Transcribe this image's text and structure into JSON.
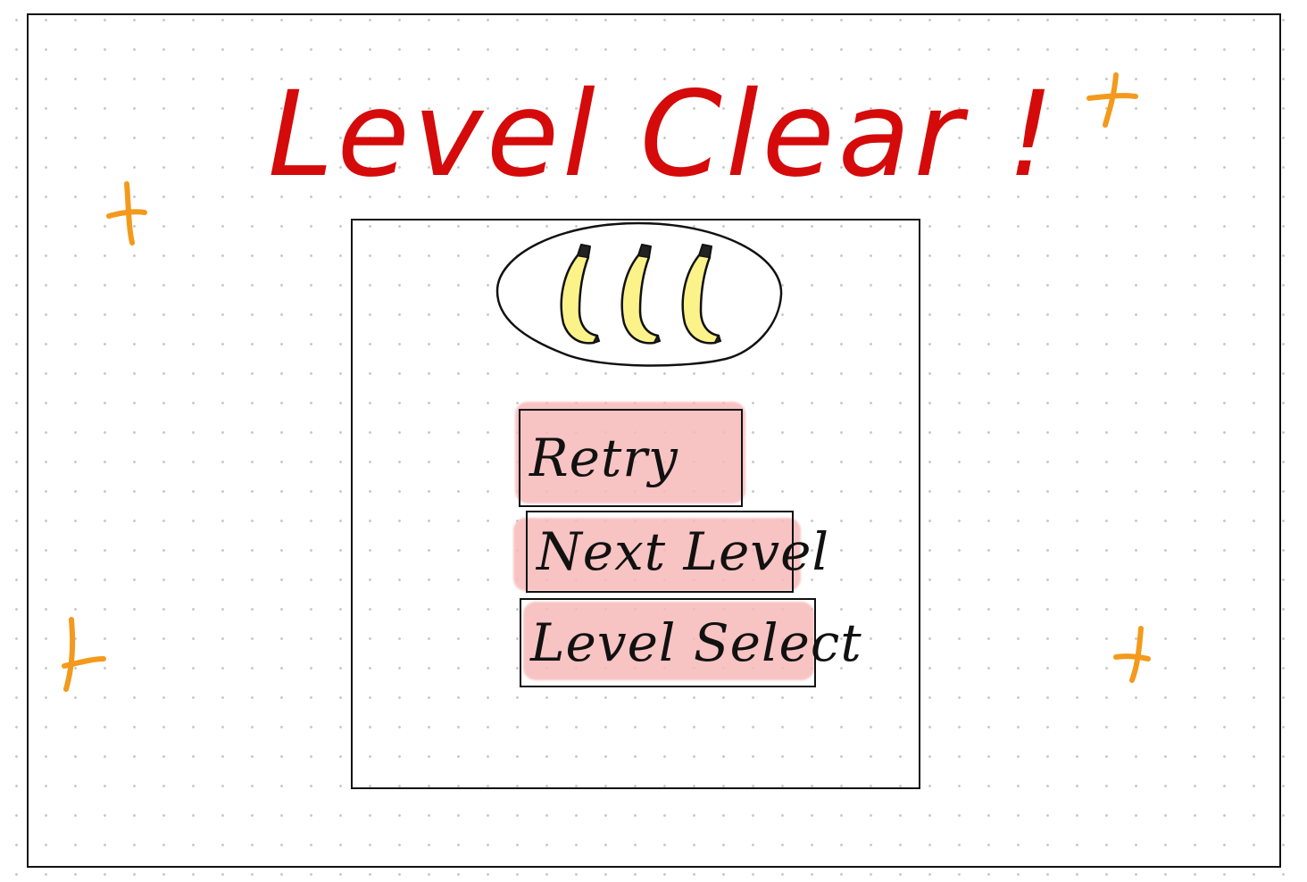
{
  "screen": {
    "title": "Level Clear !",
    "reward_icon": "banana-icon",
    "reward_count": 3,
    "buttons": [
      {
        "id": "retry",
        "label": "Retry"
      },
      {
        "id": "next-level",
        "label": "Next Level"
      },
      {
        "id": "level-select",
        "label": "Level Select"
      }
    ]
  },
  "colors": {
    "title": "#d50a0a",
    "sparkle": "#f39a1c",
    "banana_fill": "#fbf28a",
    "button_highlight": "#f7b9b9",
    "outline": "#111111"
  }
}
